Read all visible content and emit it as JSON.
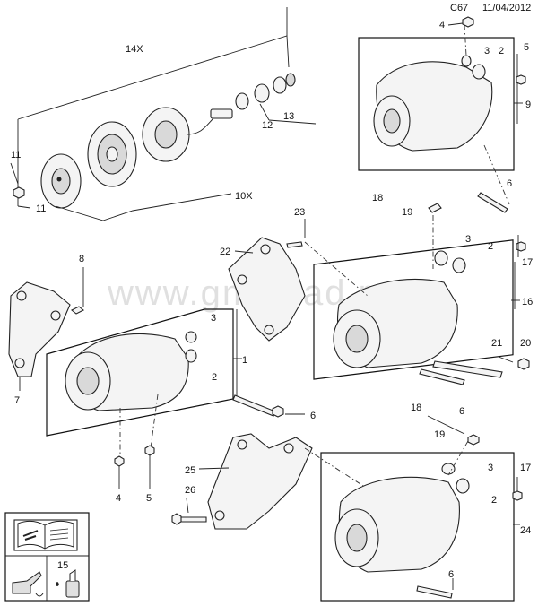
{
  "header": {
    "code": "C67",
    "date": "11/04/2012"
  },
  "watermark": "www.gmsklad.ru",
  "callouts": {
    "c14x": "14X",
    "c10x": "10X",
    "c11a": "11",
    "c11b": "11",
    "c12": "12",
    "c13": "13",
    "c4a": "4",
    "c3a": "3",
    "c2a": "2",
    "c5a": "5",
    "c9": "9",
    "c6a": "6",
    "c18a": "18",
    "c19a": "19",
    "c23": "23",
    "c22": "22",
    "c3b": "3",
    "c2b": "2",
    "c17a": "17",
    "c16": "16",
    "c8": "8",
    "c3c": "3",
    "c1": "1",
    "c2c": "2",
    "c7": "7",
    "c6b": "6",
    "c21": "21",
    "c20": "20",
    "c6c": "6",
    "c18b": "18",
    "c19b": "19",
    "c3d": "3",
    "c17b": "17",
    "c2d": "2",
    "c4b": "4",
    "c5b": "5",
    "c25": "25",
    "c26": "26",
    "c24": "24",
    "c15": "15",
    "c6d": "6"
  },
  "icons": [
    "repair-manual-icon",
    "oil-can-icon",
    "lubricant-bottle-icon"
  ]
}
